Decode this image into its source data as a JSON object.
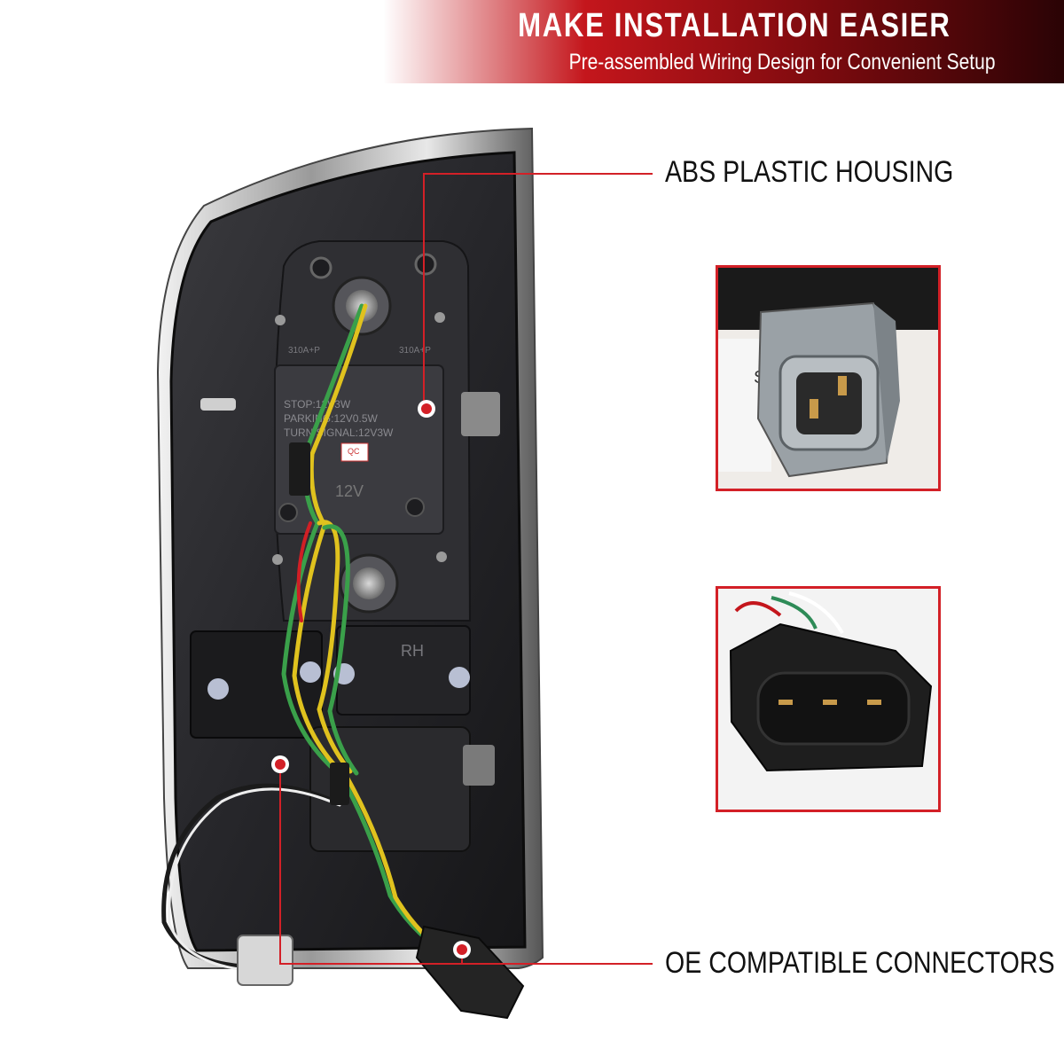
{
  "banner": {
    "title": "MAKE INSTALLATION EASIER",
    "subtitle": "Pre-assembled Wiring Design for Convenient Setup"
  },
  "callouts": {
    "housing": "ABS PLASTIC HOUSING",
    "connectors": "OE COMPATIBLE CONNECTORS"
  },
  "part_labels": {
    "stop": "STOP:12V3W",
    "parking": "PARKING:12V0.5W",
    "turn": "TURN SIGNAL:12V3W",
    "qc": "QC",
    "voltage": "12V",
    "side": "RH",
    "socket_left": "310A+P",
    "socket_right": "310A+P",
    "inset_letter": "S"
  },
  "colors": {
    "accent": "#d32027",
    "banner_dark": "#2a0305"
  }
}
